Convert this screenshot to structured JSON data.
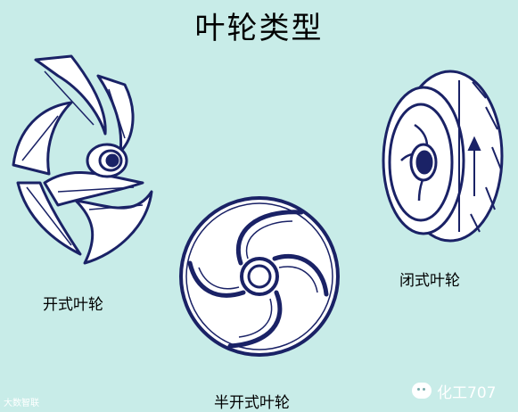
{
  "title": "叶轮类型",
  "labels": {
    "open": "开式叶轮",
    "semi_open": "半开式叶轮",
    "closed": "闭式叶轮"
  },
  "watermark": {
    "left": "大数智联",
    "right": "化工707",
    "right_icon": "wechat-icon"
  },
  "colors": {
    "background": "#c8ece8",
    "stroke": "#1a2266",
    "impeller_fill": "#ffffff"
  }
}
